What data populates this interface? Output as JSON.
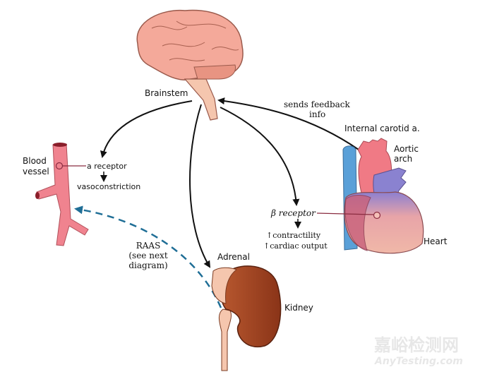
{
  "labels": {
    "brainstem": "Brainstem",
    "blood_vessel_1": "Blood",
    "blood_vessel_2": "vessel",
    "alpha_receptor": "a receptor",
    "vasoconstriction": "vasoconstriction",
    "feedback_1": "sends feedback",
    "feedback_2": "info",
    "internal_carotid": "Internal carotid a.",
    "aortic_1": "Aortic",
    "aortic_2": "arch",
    "beta_receptor": "β receptor",
    "contractility": "contractility",
    "cardiac_output": "cardiac output",
    "heart": "Heart",
    "raas_1": "RAAS",
    "raas_2": "(see next",
    "raas_3": "diagram)",
    "adrenal": "Adrenal",
    "kidney": "Kidney"
  },
  "watermark": {
    "line1": "嘉峪检测网",
    "line2": "AnyTesting.com"
  },
  "colors": {
    "vessel": "#f0838f",
    "brain": "#f4a99a",
    "kidney": "#9a3d1e",
    "raas": "#1f6e96"
  }
}
